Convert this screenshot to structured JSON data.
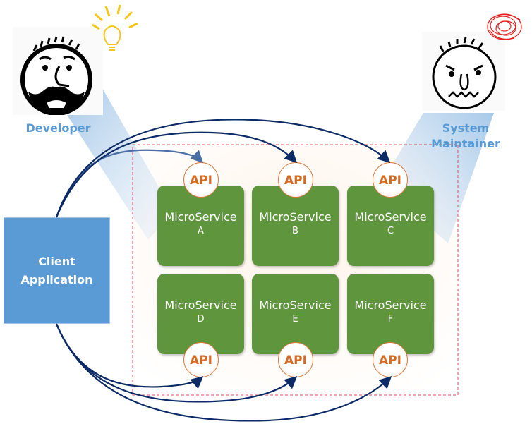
{
  "actors": {
    "developer": {
      "label": "Developer",
      "face": "bearded-face-icon",
      "accessory": "lightbulb-icon"
    },
    "maintainer": {
      "label_line1": "System",
      "label_line2": "Maintainer",
      "face": "grimacing-face-icon",
      "accessory": "scribble-cloud-icon"
    }
  },
  "client": {
    "line1": "Client",
    "line2": "Application"
  },
  "api_label": "API",
  "services": [
    {
      "name": "MicroService",
      "letter": "A"
    },
    {
      "name": "MicroService",
      "letter": "B"
    },
    {
      "name": "MicroService",
      "letter": "C"
    },
    {
      "name": "MicroService",
      "letter": "D"
    },
    {
      "name": "MicroService",
      "letter": "E"
    },
    {
      "name": "MicroService",
      "letter": "F"
    }
  ],
  "colors": {
    "service_green": "#5f953d",
    "client_blue": "#5b9bd5",
    "api_orange": "#d66a21",
    "arrow_navy": "#0b2a66",
    "boundary_red": "#e84a5f"
  }
}
